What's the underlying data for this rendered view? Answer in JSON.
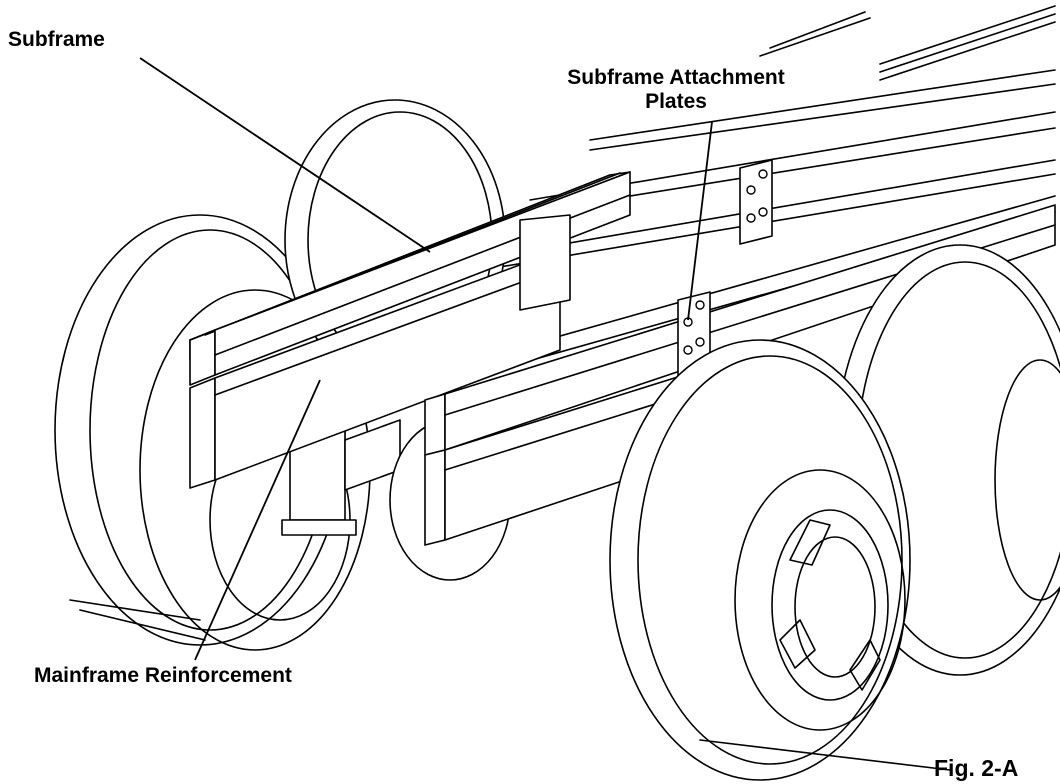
{
  "labels": {
    "subframe": "Subframe",
    "attachment_plates_line1": "Subframe Attachment",
    "attachment_plates_line2": "Plates",
    "mainframe_reinforcement": "Mainframe Reinforcement",
    "figure_number": "Fig. 2-A"
  }
}
